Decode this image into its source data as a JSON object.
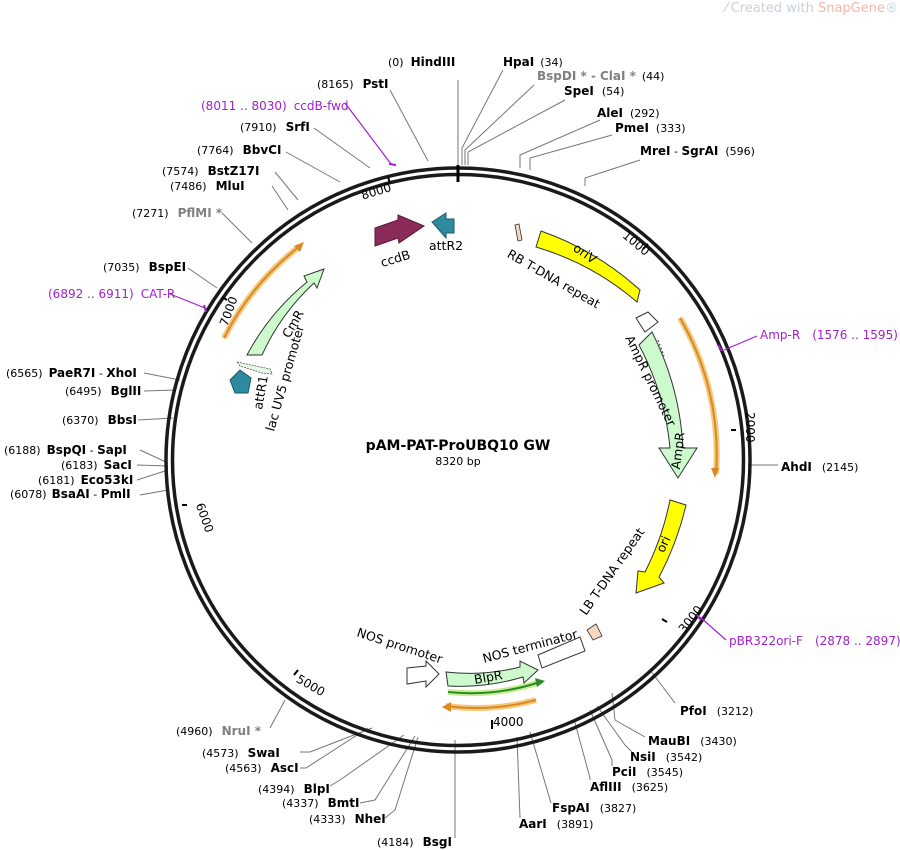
{
  "watermark": {
    "prefix": "Created with ",
    "brand": "SnapGene",
    "reg": "®"
  },
  "plasmid": {
    "name": "pAM-PAT-ProUBQ10 GW",
    "length_label": "8320 bp"
  },
  "ticks": [
    "1000",
    "2000",
    "3000",
    "4000",
    "5000",
    "6000",
    "7000",
    "8000"
  ],
  "sites": [
    {
      "id": "hindiii",
      "name": "HindIII",
      "pos": "(0)"
    },
    {
      "id": "hpai",
      "name": "HpaI",
      "pos": "(34)"
    },
    {
      "id": "bspdi",
      "name": "BspDI",
      "star": " * -",
      "name2": "ClaI",
      "star2": " *",
      "pos": "(44)"
    },
    {
      "id": "spei",
      "name": "SpeI",
      "pos": "(54)"
    },
    {
      "id": "alei",
      "name": "AleI",
      "pos": "(292)"
    },
    {
      "id": "pmei",
      "name": "PmeI",
      "pos": "(333)"
    },
    {
      "id": "mrei",
      "name": "MreI",
      "sep": " - ",
      "name2": "SgrAI",
      "pos": "(596)"
    },
    {
      "id": "ahdi",
      "name": "AhdI",
      "pos": "(2145)"
    },
    {
      "id": "pfoi",
      "name": "PfoI",
      "pos": "(3212)"
    },
    {
      "id": "maubi",
      "name": "MauBI",
      "pos": "(3430)"
    },
    {
      "id": "nsii",
      "name": "NsiI",
      "pos": "(3542)"
    },
    {
      "id": "pcii",
      "name": "PciI",
      "pos": "(3545)"
    },
    {
      "id": "aflii",
      "name": "AflIII",
      "pos": "(3625)"
    },
    {
      "id": "fspai",
      "name": "FspAI",
      "pos": "(3827)"
    },
    {
      "id": "aari",
      "name": "AarI",
      "pos": "(3891)"
    },
    {
      "id": "bsgi",
      "name": "BsgI",
      "pos": "(4184)"
    },
    {
      "id": "nhei",
      "name": "NheI",
      "pos": "(4333)"
    },
    {
      "id": "bmti",
      "name": "BmtI",
      "pos": "(4337)"
    },
    {
      "id": "blpi",
      "name": "BlpI",
      "pos": "(4394)"
    },
    {
      "id": "asci",
      "name": "AscI",
      "pos": "(4563)"
    },
    {
      "id": "swai",
      "name": "SwaI",
      "pos": "(4573)"
    },
    {
      "id": "nrui",
      "name": "NruI",
      "star": " *",
      "pos": "(4960)"
    },
    {
      "id": "bsaai",
      "name": "BsaAI",
      "sep": " - ",
      "name2": "PmlI",
      "pos": "(6078)"
    },
    {
      "id": "eco53ki",
      "name": "Eco53kI",
      "pos": "(6181)"
    },
    {
      "id": "saci",
      "name": "SacI",
      "pos": "(6183)"
    },
    {
      "id": "bspqi",
      "name": "BspQI",
      "sep": " - ",
      "name2": "SapI",
      "pos": "(6188)"
    },
    {
      "id": "bbsi",
      "name": "BbsI",
      "pos": "(6370)"
    },
    {
      "id": "bglii",
      "name": "BglII",
      "pos": "(6495)"
    },
    {
      "id": "paer7i",
      "name": "PaeR7I",
      "sep": " - ",
      "name2": "XhoI",
      "pos": "(6565)"
    },
    {
      "id": "bspei",
      "name": "BspEI",
      "pos": "(7035)"
    },
    {
      "id": "pflmi",
      "name": "PflMI",
      "star": " *",
      "pos": "(7271)"
    },
    {
      "id": "mlui",
      "name": "MluI",
      "pos": "(7486)"
    },
    {
      "id": "bstz17i",
      "name": "BstZ17I",
      "pos": "(7574)"
    },
    {
      "id": "bbvci",
      "name": "BbvCI",
      "pos": "(7764)"
    },
    {
      "id": "srfi",
      "name": "SrfI",
      "pos": "(7910)"
    },
    {
      "id": "psti",
      "name": "PstI",
      "pos": "(8165)"
    }
  ],
  "primers": [
    {
      "id": "ccdb-fwd",
      "name": "ccdB-fwd",
      "pos": "(8011 .. 8030)"
    },
    {
      "id": "cat-r",
      "name": "CAT-R",
      "pos": "(6892 .. 6911)"
    },
    {
      "id": "amp-r",
      "name": "Amp-R",
      "pos": "(1576 .. 1595)"
    },
    {
      "id": "pbr322ori-f",
      "name": "pBR322ori-F",
      "pos": "(2878 .. 2897)"
    }
  ],
  "features": {
    "ccdb": "ccdB",
    "attr2": "attR2",
    "rb": "RB T-DNA repeat",
    "oriv": "oriV",
    "ampr_promoter": "AmpR promoter",
    "ampr": "AmpR",
    "ori": "ori",
    "lb": "LB T-DNA repeat",
    "nos_terminator": "NOS terminator",
    "blpr": "BlpR",
    "nos_promoter": "NOS promoter",
    "cmr": "CmR",
    "attr1": "attR1",
    "lacuv5": "lac UV5 promoter"
  },
  "colors": {
    "ccdb": "#8b2b5a",
    "attr": "#2f8aa0",
    "orange": "#f0a030",
    "green_fill": "#ccfacc",
    "yellow": "#ffff00",
    "primer": "#a020d0",
    "rb_lb": "#f8d8c0",
    "blpr": "#c8f5c8"
  }
}
